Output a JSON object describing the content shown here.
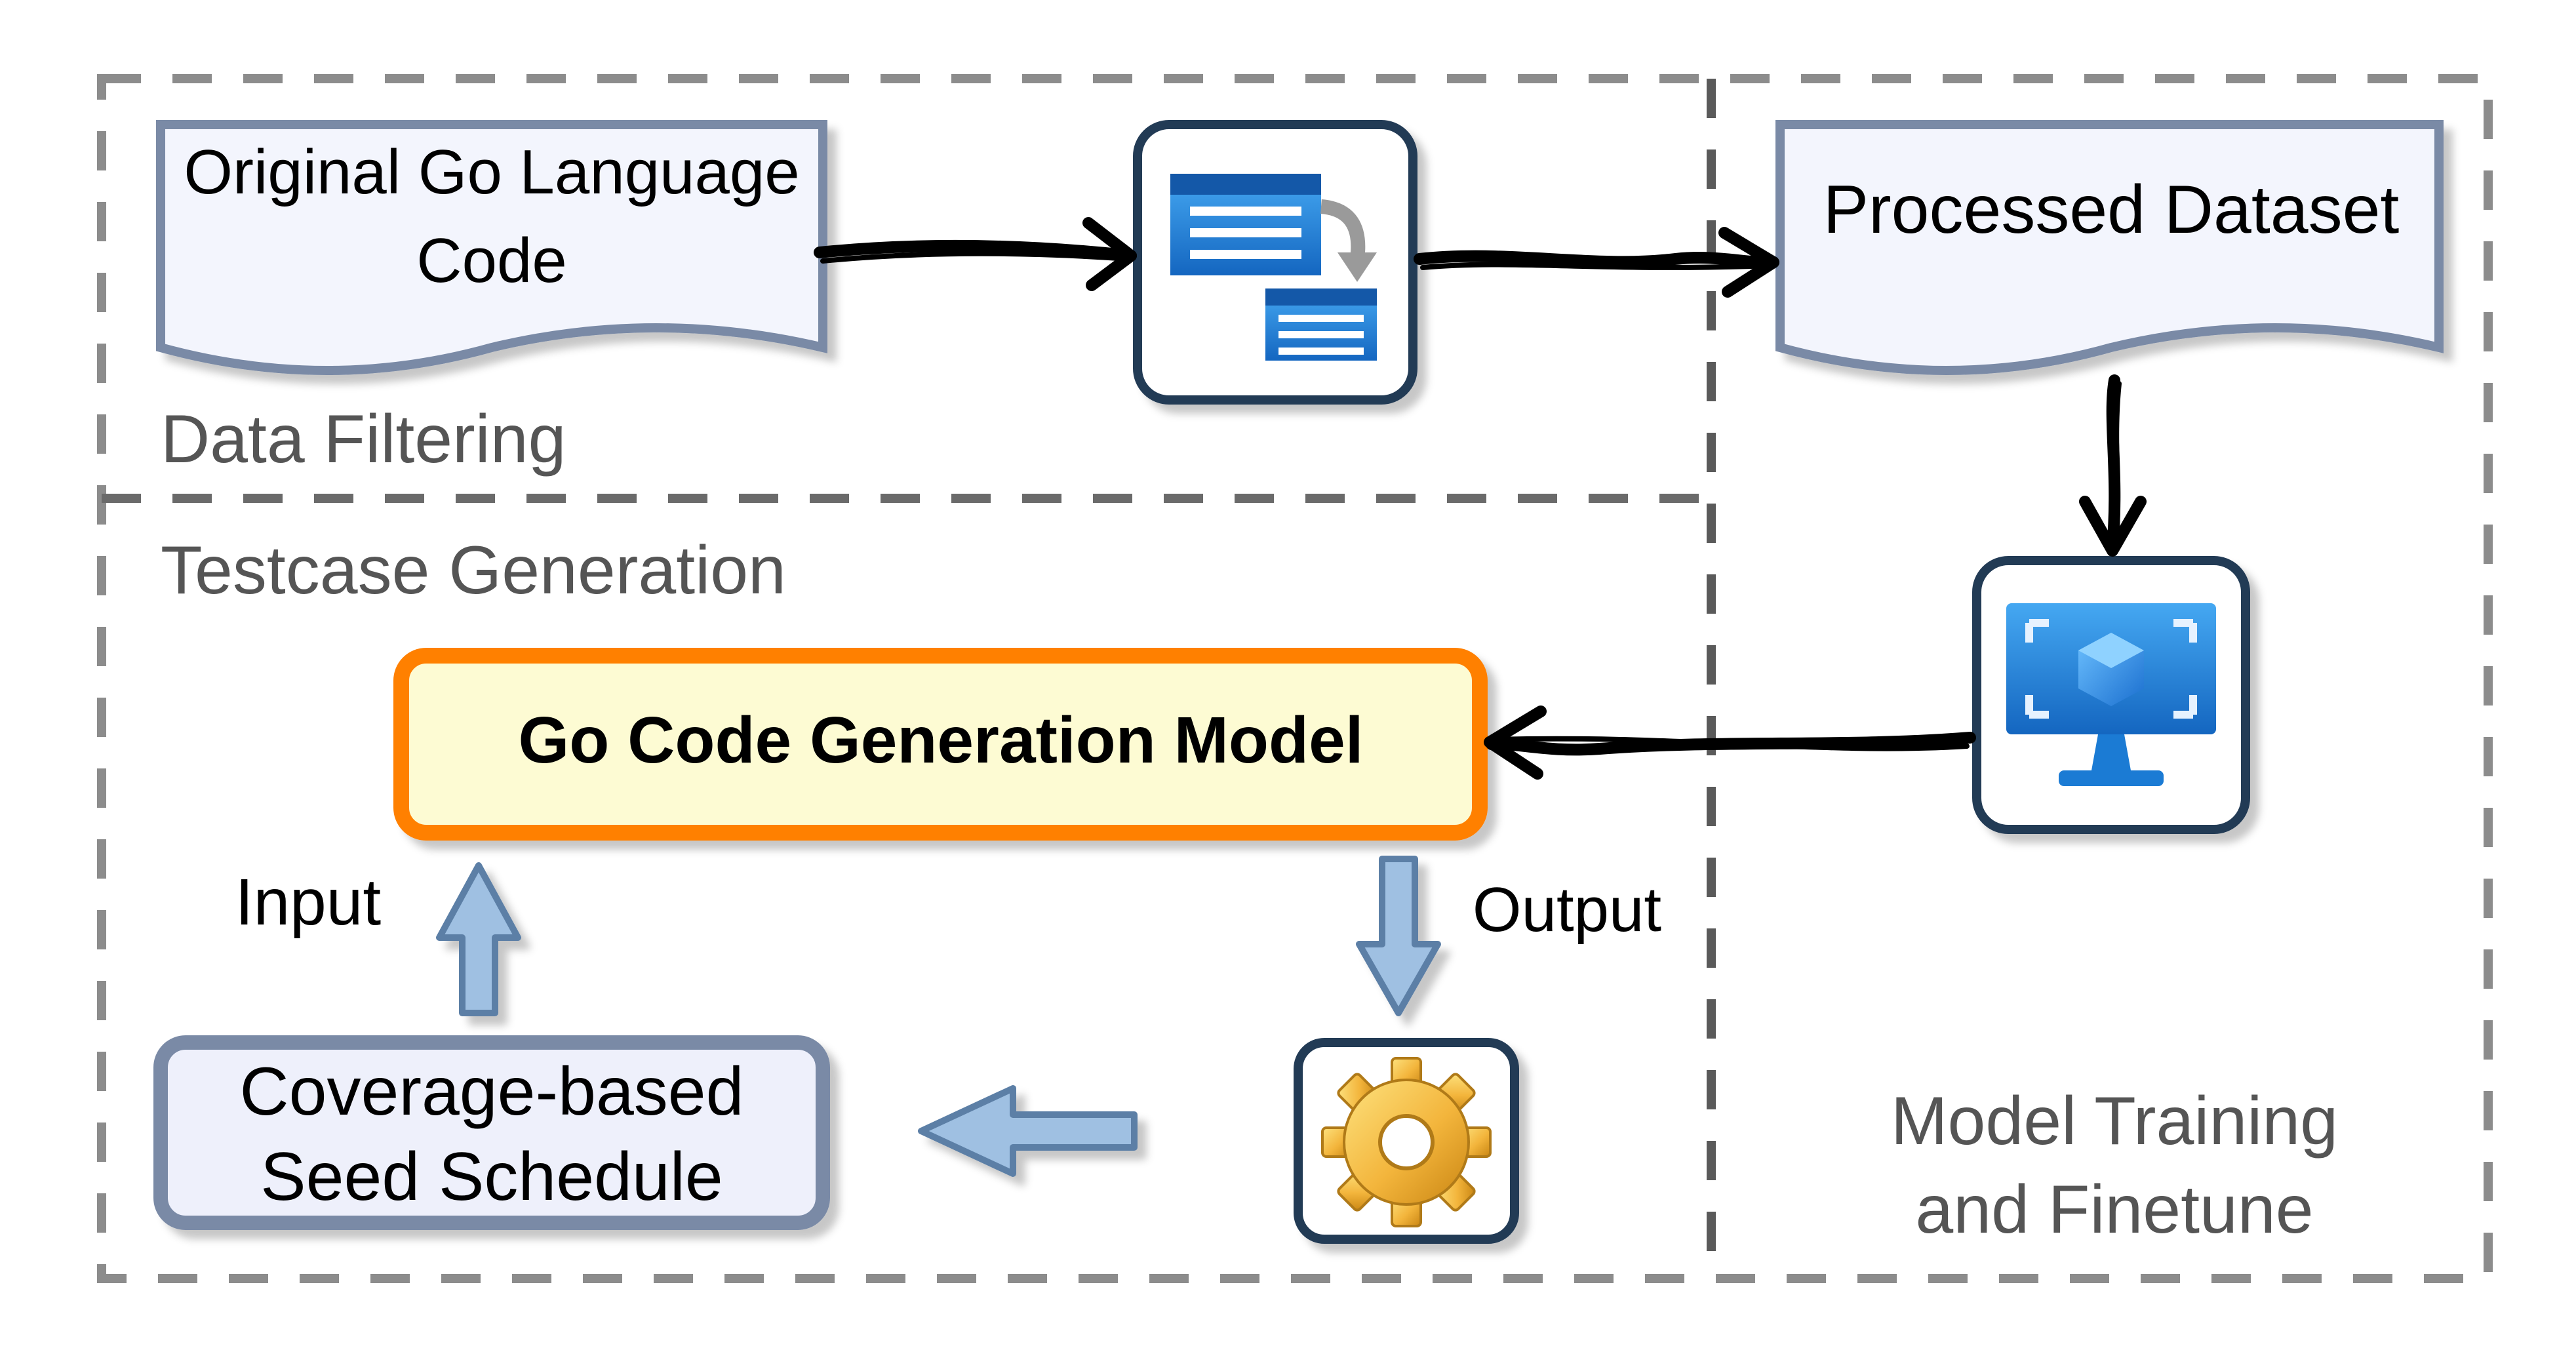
{
  "regions": {
    "data_filtering": "Data Filtering",
    "testcase_generation": "Testcase Generation",
    "model_training_line1": "Model Training",
    "model_training_line2": "and Finetune"
  },
  "nodes": {
    "original_code_line1": "Original Go Language",
    "original_code_line2": "Code",
    "processed_dataset": "Processed Dataset",
    "model": "Go Code Generation Model",
    "seed_schedule_line1": "Coverage-based",
    "seed_schedule_line2": "Seed Schedule"
  },
  "edge_labels": {
    "input": "Input",
    "output": "Output"
  },
  "icons": {
    "filter": "data-filter-icon",
    "training": "virtual-machine-icon",
    "engine": "gear-icon"
  },
  "colors": {
    "dashed_border": "#8c8c8c",
    "document_fill": "#f3f5fd",
    "document_stroke": "#7a8aa6",
    "icon_frame": "#243b55",
    "model_border": "#ff8000",
    "model_fill": "#fdfbd3",
    "seed_fill": "#eef0fb",
    "seed_stroke": "#7a8aa6",
    "block_arrow": "#9fc0e2",
    "block_arrow_stroke": "#5b7fa6",
    "azure_blue": "#1b7bd4",
    "gear": "#f3b53c"
  }
}
